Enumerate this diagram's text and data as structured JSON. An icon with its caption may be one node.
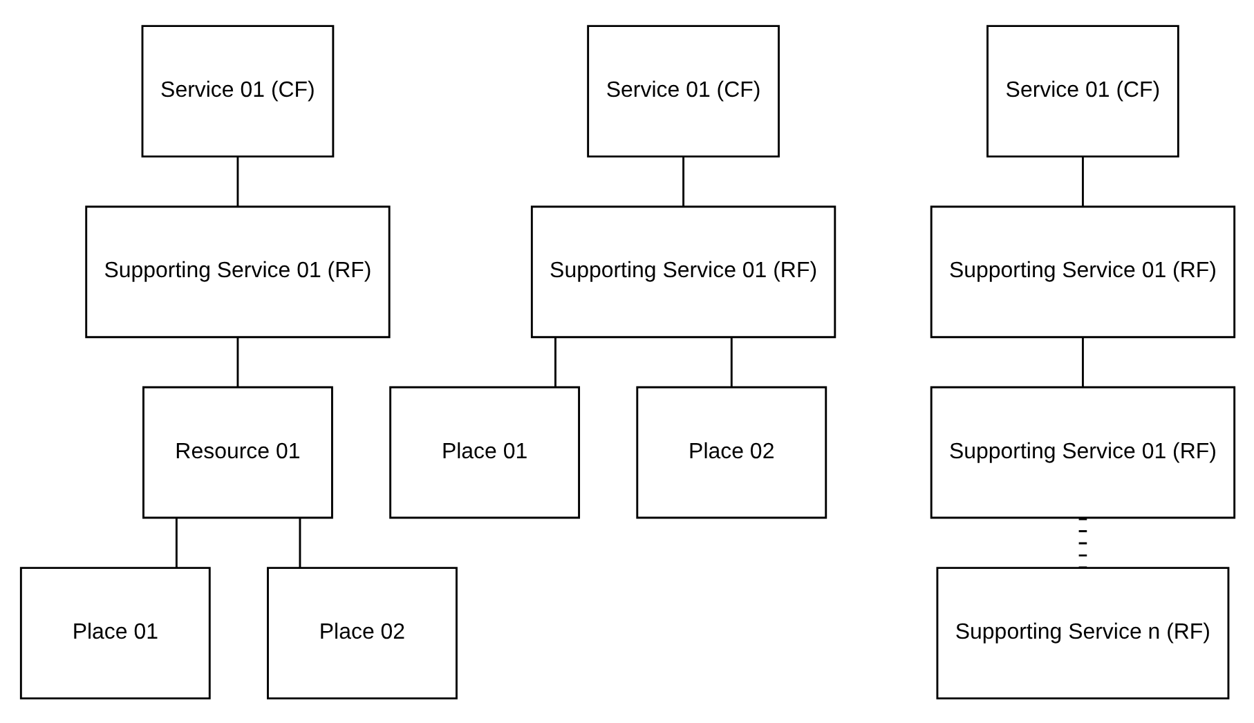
{
  "diagram": {
    "nodes": [
      {
        "text": [
          "Service 01 (CF)"
        ]
      },
      {
        "text": [
          "Supporting Service 01 (RF)"
        ]
      },
      {
        "text": [
          "Resource 01"
        ]
      },
      {
        "text": [
          "Place 01"
        ]
      },
      {
        "text": [
          "Place 02"
        ]
      },
      {
        "text": [
          "Service 01 (CF)"
        ]
      },
      {
        "text": [
          "Supporting Service 01 (RF)"
        ]
      },
      {
        "text": [
          "Place 01"
        ]
      },
      {
        "text": [
          "Place 02"
        ]
      },
      {
        "text": [
          "Service 01 (CF)"
        ]
      },
      {
        "text": [
          "Supporting Service 01 (RF)"
        ]
      },
      {
        "text": [
          "Supporting Service 01 (RF)"
        ]
      },
      {
        "text": [
          "Supporting Service n (RF)"
        ]
      }
    ],
    "edges": [
      {
        "from": 0,
        "to": 1,
        "arrow": "none"
      },
      {
        "from": 1,
        "to": 2,
        "arrow": "none"
      },
      {
        "from": 2,
        "to": 3,
        "arrow": "none"
      },
      {
        "from": 2,
        "to": 4,
        "arrow": "none"
      },
      {
        "from": 5,
        "to": 6,
        "arrow": "none"
      },
      {
        "from": 6,
        "to": 7,
        "arrow": "none"
      },
      {
        "from": 6,
        "to": 8,
        "arrow": "none"
      },
      {
        "from": 9,
        "to": 10,
        "arrow": "none"
      },
      {
        "from": 10,
        "to": 11,
        "arrow": "none"
      },
      {
        "from": 11,
        "to": 12,
        "arrow": "none",
        "style": "dashed"
      }
    ]
  }
}
